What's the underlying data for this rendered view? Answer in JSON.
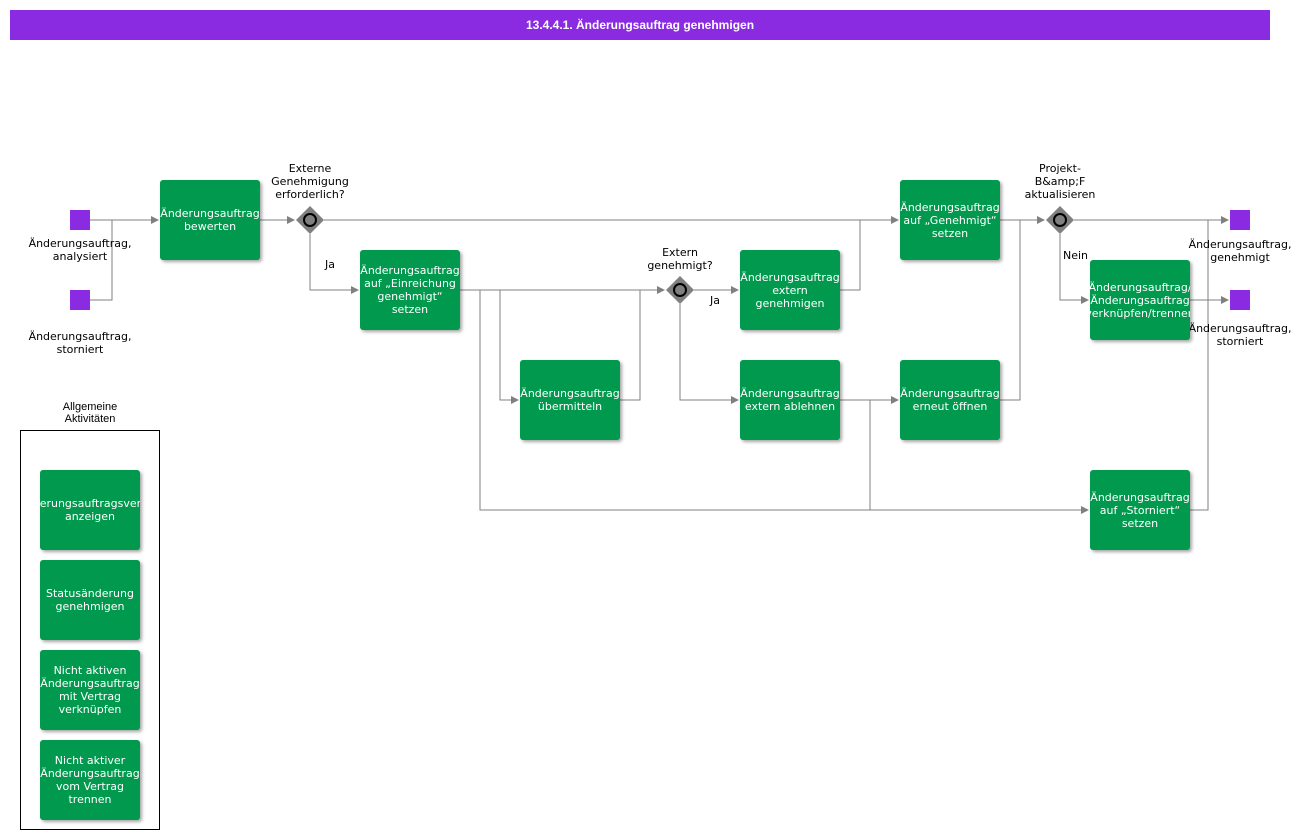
{
  "title": "13.4.4.1. Änderungsauftrag genehmigen",
  "colors": {
    "title_bar": "#8a2be2",
    "task": "#00994d",
    "event": "#8a2be2",
    "gateway": "#808080",
    "connector": "#808080"
  },
  "events": {
    "start_analysiert": "Änderungsauftrag, analysiert",
    "start_storniert": "Änderungsauftrag, storniert",
    "end_genehmigt": "Änderungsauftrag, genehmigt",
    "end_storniert": "Änderungsauftrag, storniert"
  },
  "gateways": {
    "extern_erforderlich": "Externe Genehmigung erforderlich?",
    "extern_genehmigt": "Extern genehmigt?",
    "bf_aktualisieren": "Projekt-B&amp;F aktualisieren"
  },
  "edge_labels": {
    "ja_1": "Ja",
    "ja_2": "Ja",
    "nein": "Nein"
  },
  "tasks": {
    "bewerten": "Änderungsauftrag bewerten",
    "einreichung": "Änderungsauftrag auf „Einreichung genehmigt“ setzen",
    "uebermitteln": "Änderungsauftrag übermitteln",
    "extern_genehmigen": "Änderungsauftrag extern genehmigen",
    "extern_ablehnen": "Änderungsauftrag extern ablehnen",
    "genehmigt_setzen": "Änderungsauftrag auf „Genehmigt“ setzen",
    "erneut_oeffnen": "Änderungsauftrag erneut öffnen",
    "verknuepfen_trennen": "Änderungsauftrag/Änderungsauftrag verknüpfen/trennen",
    "storniert_setzen": "Änderungsauftrag auf „Storniert“ setzen"
  },
  "general": {
    "title": "Allgemeine Aktivitäten",
    "items": [
      "Änderungsauftragsverlauf anzeigen",
      "Statusänderung genehmigen",
      "Nicht aktiven Änderungsauftrag mit Vertrag verknüpfen",
      "Nicht aktiver Änderungsauftrag vom Vertrag trennen"
    ]
  }
}
